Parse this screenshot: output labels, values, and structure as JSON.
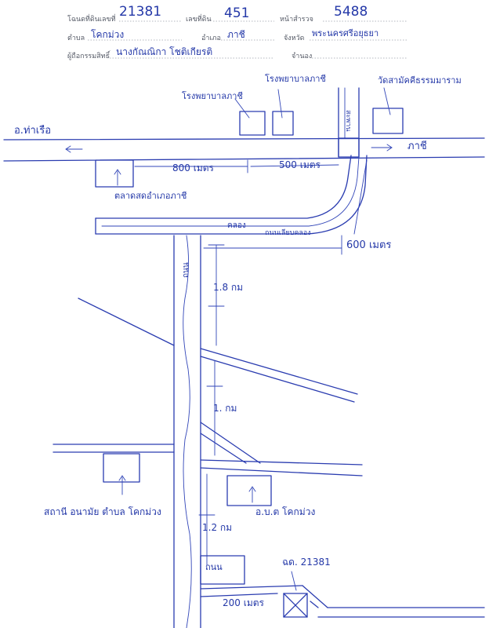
{
  "header": {
    "deed_label": "โฉนดที่ดินเลขที่",
    "deed_value": "21381",
    "land_no_label": "เลขที่ดิน",
    "land_no_value": "451",
    "survey_label": "หน้าสำรวจ",
    "survey_value": "5488",
    "tambon_label": "ตำบล",
    "tambon_value": "โคกม่วง",
    "amphoe_label": "อำเภอ",
    "amphoe_value": "ภาชี",
    "province_label": "จังหวัด",
    "province_value": "พระนครศรีอยุธยา",
    "owner_label": "ผู้ถือกรรมสิทธิ์",
    "owner_value": "นางกัณณิกา โชติเกียรติ",
    "mortgage_label": "จำนอง"
  },
  "map": {
    "road_left": "อ.ท่าเรือ",
    "road_right": "ภาชี",
    "bridge_label": "สะพาน",
    "school": "โรงพยาบาลภาชี",
    "hospital": "โรงพยาบาลภาชี",
    "temple": "วัดสามัคคีธรรมมาราม",
    "market": "ตลาดสดอำเภอภาชี",
    "dist_800": "800 เมตร",
    "dist_500": "500 เมตร",
    "canal": "คลอง",
    "canal_road": "ถนนเลียบคลอง",
    "dist_600": "600 เมตร",
    "dist_1_8": "1.8 กม",
    "dist_1": "1. กม",
    "dist_1_2": "1.2 กม",
    "village_road": "ถนน",
    "station": "สถานี อนามัย ตำบล โคกม่วง",
    "obt": "อ.บ.ต โคกม่วง",
    "junction": "ถนน",
    "dist_200": "200 เมตร",
    "parcel": "ฉด. 21381"
  },
  "colors": {
    "ink": "#2a3cb0",
    "form": "#555a66"
  }
}
